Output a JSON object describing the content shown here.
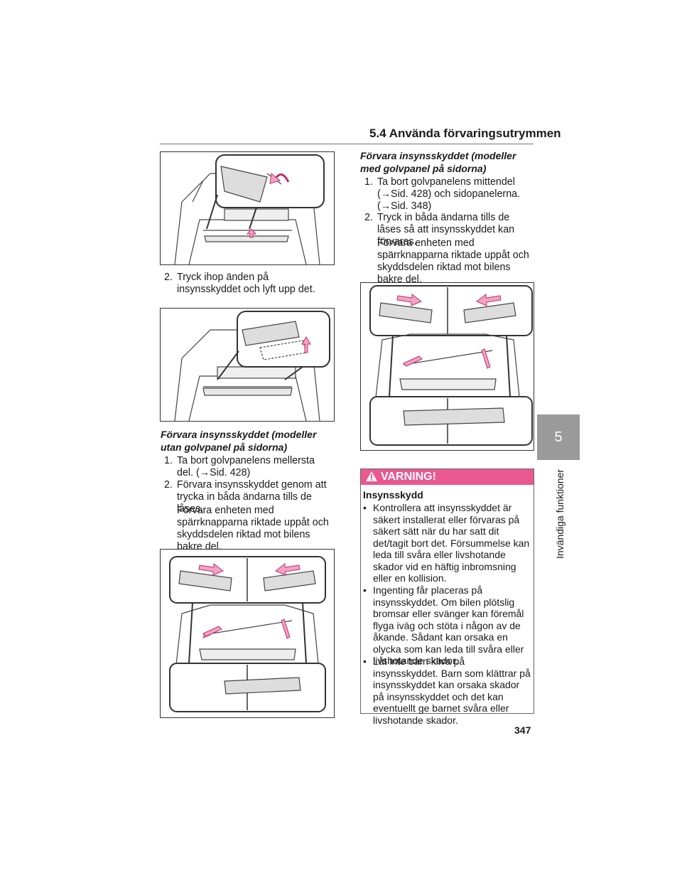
{
  "header": {
    "section_title": "5.4  Använda förvaringsutrymmen"
  },
  "left": {
    "step2_num": "2.",
    "step2_text": "Tryck ihop änden på insynsskyddet och lyft upp det.",
    "heading": "Förvara insynsskyddet (modeller utan golvpanel på sidorna)",
    "steps": [
      {
        "num": "1.",
        "text": "Ta bort golvpanelens mellersta del. (→Sid. 428)"
      },
      {
        "num": "2.",
        "text": "Förvara insynsskyddet genom att trycka in båda ändarna tills de låses."
      }
    ],
    "para": "Förvara enheten med spärrknapparna riktade uppåt och skyddsdelen riktad mot bilens bakre del."
  },
  "right": {
    "heading": "Förvara insynsskyddet (modeller med golvpanel på sidorna)",
    "steps": [
      {
        "num": "1.",
        "text": "Ta bort golvpanelens mittendel (→Sid. 428) och sidopanelerna. (→Sid. 348)"
      },
      {
        "num": "2.",
        "text": "Tryck in båda ändarna tills de låses så att insynsskyddet kan förvaras."
      }
    ],
    "para": "Förvara enheten med spärrknapparna riktade uppåt och skyddsdelen riktad mot bilens bakre del."
  },
  "warning": {
    "label": "VARNING!",
    "title": "Insynsskydd",
    "bullets": [
      "Kontrollera att insynsskyddet är säkert installerat eller förvaras på säkert sätt när du har satt dit det/tagit bort det. Försummelse kan leda till svåra eller livshotande skador vid en häftig inbromsning eller en kollision.",
      "Ingenting får placeras på insynsskyddet. Om bilen plötslig bromsar eller svänger kan föremål flyga iväg och stöta i någon av de åkande. Sådant kan orsaka en olycka som kan leda till svåra eller livshotande skador.",
      "Låt inte barn kliva på insynsskyddet. Barn som klättrar på insynsskyddet kan orsaka skador på insynsskyddet och det kan eventuellt ge barnet svåra eller livshotande skador."
    ]
  },
  "side": {
    "chapter_number": "5",
    "chapter_label": "Invändiga funktioner"
  },
  "footer": {
    "page_number": "347"
  },
  "colors": {
    "warning_pink": "#e9598f",
    "arrow_pink": "#f0a3c4",
    "tab_gray": "#9a9a9a"
  }
}
